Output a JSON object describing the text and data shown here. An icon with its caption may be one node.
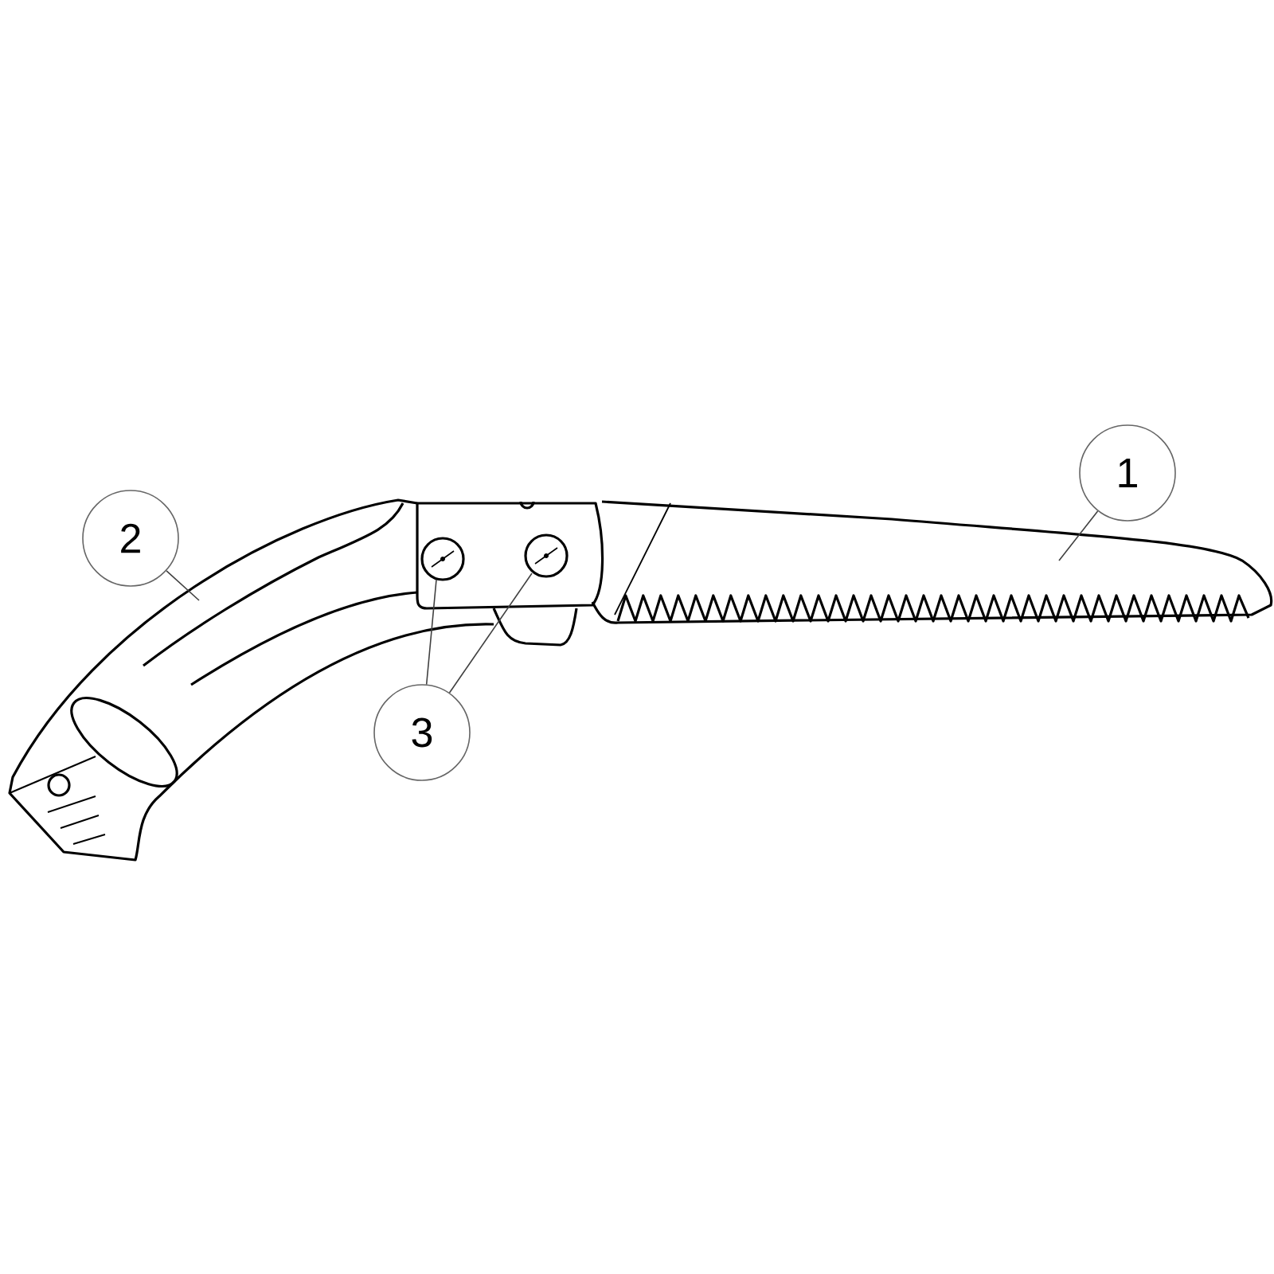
{
  "diagram": {
    "nodes": [
      {
        "text": [
          "1"
        ]
      },
      {
        "text": [
          "2"
        ]
      },
      {
        "text": [
          "3"
        ]
      }
    ],
    "edges": [
      {
        "from": 0,
        "to": null,
        "arrow": "none"
      },
      {
        "from": 1,
        "to": null,
        "arrow": "none"
      },
      {
        "from": 2,
        "to": null,
        "arrow": "none"
      },
      {
        "from": 2,
        "to": null,
        "arrow": "none"
      }
    ]
  }
}
